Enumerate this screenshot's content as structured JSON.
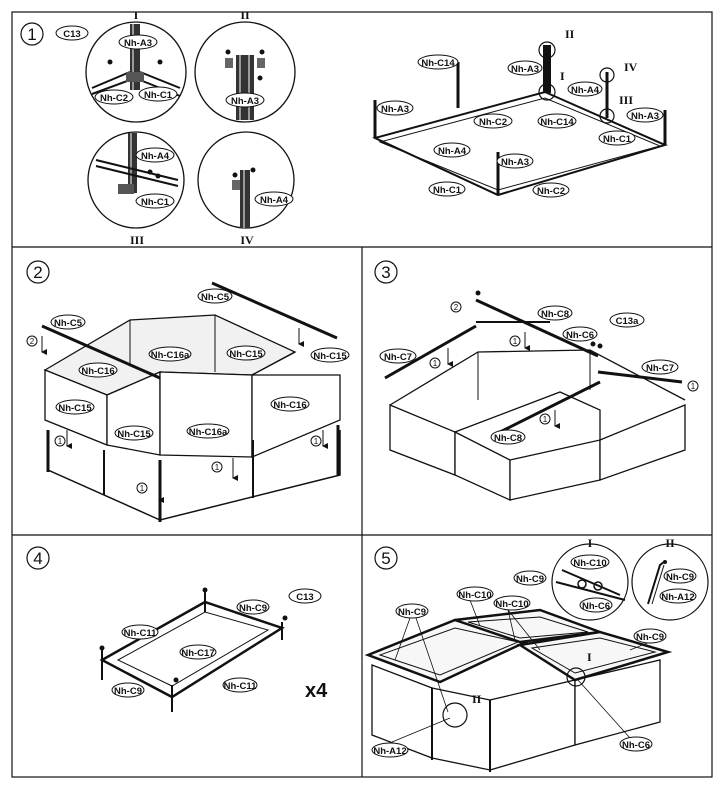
{
  "steps": [
    {
      "number": "1",
      "callouts": [
        "I",
        "II",
        "III",
        "IV"
      ],
      "labels": [
        "C13",
        "Nh-A3",
        "Nh-C2",
        "Nh-C1",
        "Nh-A3",
        "Nh-A4",
        "Nh-C1",
        "Nh-A4",
        "Nh-C14",
        "Nh-A3",
        "Nh-A4",
        "Nh-A3",
        "Nh-C2",
        "Nh-C14",
        "Nh-A3",
        "Nh-C1",
        "Nh-A4",
        "Nh-A3",
        "Nh-C1",
        "Nh-C2"
      ],
      "callouts_main": [
        "II",
        "I",
        "IV",
        "III"
      ]
    },
    {
      "number": "2",
      "labels": [
        "Nh-C5",
        "Nh-C5",
        "Nh-C15",
        "Nh-C16a",
        "Nh-C15",
        "Nh-C16",
        "Nh-C16",
        "Nh-C15",
        "Nh-C15",
        "Nh-C16a"
      ],
      "arrow_numbers": [
        "2",
        "1",
        "1",
        "1",
        "1"
      ]
    },
    {
      "number": "3",
      "labels": [
        "Nh-C8",
        "C13a",
        "Nh-C6",
        "Nh-C7",
        "Nh-C7",
        "Nh-C8"
      ],
      "arrow_numbers": [
        "2",
        "1",
        "1",
        "1",
        "1"
      ]
    },
    {
      "number": "4",
      "labels": [
        "C13",
        "Nh-C9",
        "Nh-C11",
        "Nh-C17",
        "Nh-C9",
        "Nh-C11"
      ],
      "multiplier": "x4"
    },
    {
      "number": "5",
      "callouts": [
        "I",
        "II",
        "I",
        "II"
      ],
      "labels": [
        "Nh-C10",
        "Nh-C6",
        "Nh-C9",
        "Nh-A12",
        "Nh-C9",
        "Nh-C10",
        "Nh-C10",
        "Nh-C9",
        "Nh-C9",
        "Nh-A12",
        "Nh-C6"
      ]
    }
  ]
}
